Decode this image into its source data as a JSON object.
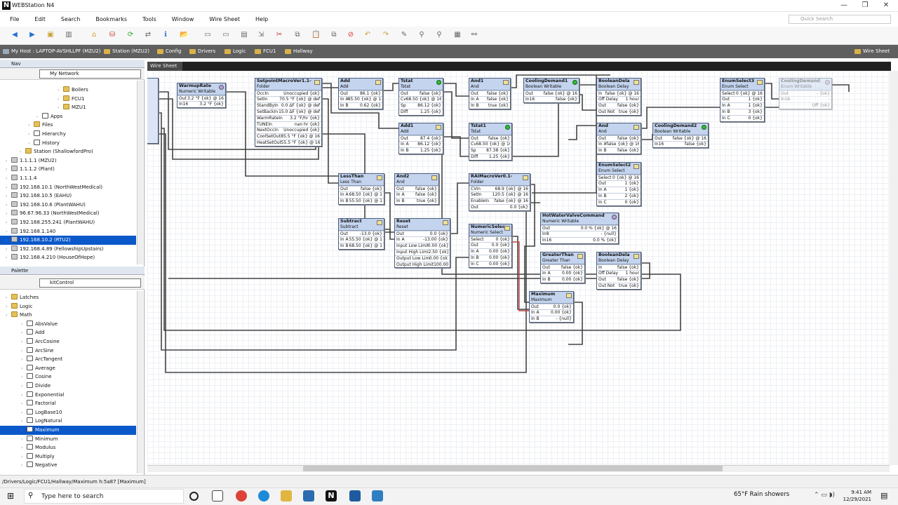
{
  "window": {
    "title": "WEBStation N4",
    "logo": "N"
  },
  "menu": [
    "File",
    "Edit",
    "Search",
    "Bookmarks",
    "Tools",
    "Window",
    "Wire Sheet",
    "Help"
  ],
  "quick_search_placeholder": "Quick Search",
  "breadcrumbs": [
    "My Host : LAPTOP-AVSHLLPF (MZU2)",
    "Station (MZU2)",
    "Config",
    "Drivers",
    "Logic",
    "FCU1",
    "Hallway"
  ],
  "view_selector": "Wire Sheet",
  "nav": {
    "title": "Nav",
    "network": "My Network",
    "tree": [
      {
        "label": "Boilers",
        "indent": 82,
        "icon": "folder"
      },
      {
        "label": "FCU1",
        "indent": 82,
        "icon": "folder"
      },
      {
        "label": "MZU1",
        "indent": 82,
        "icon": "folder"
      },
      {
        "label": "Apps",
        "indent": 52,
        "icon": "blk"
      },
      {
        "label": "Files",
        "indent": 40,
        "icon": "folder"
      },
      {
        "label": "Hierarchy",
        "indent": 40,
        "icon": "blk"
      },
      {
        "label": "History",
        "indent": 40,
        "icon": "blk"
      },
      {
        "label": "Station (ShallowfordPro)",
        "indent": 28,
        "icon": "folder"
      },
      {
        "label": "1.1.1.1 (MZU2)",
        "indent": 8,
        "icon": "pc"
      },
      {
        "label": "1.1.1.2 (Plant)",
        "indent": 8,
        "icon": "pc"
      },
      {
        "label": "1.1.1.4",
        "indent": 8,
        "icon": "pc"
      },
      {
        "label": "192.168.10.1 (NorthWestMedical)",
        "indent": 8,
        "icon": "pc"
      },
      {
        "label": "192.168.10.5 (EAHU)",
        "indent": 8,
        "icon": "pc"
      },
      {
        "label": "192.168.10.6 (PlantWAHU)",
        "indent": 8,
        "icon": "pc"
      },
      {
        "label": "96.67.96.33 (NorthWestMedical)",
        "indent": 8,
        "icon": "pc"
      },
      {
        "label": "192.168.255.241 (PlantWAHU)",
        "indent": 8,
        "icon": "pc"
      },
      {
        "label": "192.168.1.140",
        "indent": 8,
        "icon": "pc"
      },
      {
        "label": "192.168.10.2 (RTU2)",
        "indent": 8,
        "icon": "pc",
        "selected": true
      },
      {
        "label": "192.168.4.89 (FellowshipUpstairs)",
        "indent": 8,
        "icon": "pc"
      },
      {
        "label": "192.168.4.210 (HouseOfHope)",
        "indent": 8,
        "icon": "pc"
      }
    ]
  },
  "palette": {
    "title": "Palette",
    "module": "kitControl",
    "tree": [
      {
        "label": "Latches",
        "indent": 8,
        "icon": "folder"
      },
      {
        "label": "Logic",
        "indent": 8,
        "icon": "folder"
      },
      {
        "label": "Math",
        "indent": 8,
        "icon": "folder"
      },
      {
        "label": "AbsValue",
        "indent": 30,
        "icon": "blk"
      },
      {
        "label": "Add",
        "indent": 30,
        "icon": "blk"
      },
      {
        "label": "ArcCosine",
        "indent": 30,
        "icon": "blk"
      },
      {
        "label": "ArcSine",
        "indent": 30,
        "icon": "blk"
      },
      {
        "label": "ArcTangent",
        "indent": 30,
        "icon": "blk"
      },
      {
        "label": "Average",
        "indent": 30,
        "icon": "blk"
      },
      {
        "label": "Cosine",
        "indent": 30,
        "icon": "blk"
      },
      {
        "label": "Divide",
        "indent": 30,
        "icon": "blk"
      },
      {
        "label": "Exponential",
        "indent": 30,
        "icon": "blk"
      },
      {
        "label": "Factorial",
        "indent": 30,
        "icon": "blk"
      },
      {
        "label": "LogBase10",
        "indent": 30,
        "icon": "blk"
      },
      {
        "label": "LogNatural",
        "indent": 30,
        "icon": "blk"
      },
      {
        "label": "Maximum",
        "indent": 30,
        "icon": "blk",
        "selected": true
      },
      {
        "label": "Minimum",
        "indent": 30,
        "icon": "blk"
      },
      {
        "label": "Modulus",
        "indent": 30,
        "icon": "blk"
      },
      {
        "label": "Multiply",
        "indent": 30,
        "icon": "blk"
      },
      {
        "label": "Negative",
        "indent": 30,
        "icon": "blk"
      }
    ]
  },
  "canvas_tab": "Wire Sheet",
  "nodes": [
    {
      "name": "WarmupRate",
      "type": "Numeric Writable",
      "status": "purple",
      "rows": [
        [
          "Out",
          "3.2 °F {ok} @ 16"
        ],
        [
          "In16",
          "3.2 °F {ok}"
        ]
      ]
    },
    {
      "name": "SetpointMacroVer1.1-",
      "type": "Folder",
      "status": "folder",
      "rows": [
        [
          "OccIn",
          "Unoccupied {ok}"
        ],
        [
          "SetIn",
          "70.5 °F {ok} @ def"
        ],
        [
          "StandByIn",
          "0.0 ΔF {ok} @ def"
        ],
        [
          "SetBackIn",
          "15.0 ΔF {ok} @ def"
        ],
        [
          "WarmRateIn",
          "3.2 °F/hr {ok}"
        ],
        [
          "TUNEIn",
          "nan hr {ok}"
        ],
        [
          "NextOccIn",
          "Unoccupied {ok}"
        ],
        [
          "CoolSetOut",
          "85.5 °F {ok} @ 16"
        ],
        [
          "HeatSetOut",
          "55.5 °F {ok} @ 16"
        ]
      ]
    },
    {
      "name": "Add",
      "type": "Add",
      "status": "yellow",
      "rows": [
        [
          "Out",
          "86.1 {ok}"
        ],
        [
          "In A",
          "85.50 {ok} @ 16"
        ],
        [
          "In B",
          "0.62 {ok}"
        ]
      ]
    },
    {
      "name": "Tstat",
      "type": "Tstat",
      "status": "green",
      "rows": [
        [
          "Out",
          "false {ok}"
        ],
        [
          "Cv",
          "68.50 {ok} @ 16"
        ],
        [
          "Sp",
          "86.12 {ok}"
        ],
        [
          "Diff",
          "1.25 {ok}"
        ]
      ]
    },
    {
      "name": "Add1",
      "type": "Add",
      "status": "yellow",
      "rows": [
        [
          "Out",
          "87.4 {ok}"
        ],
        [
          "In A",
          "86.12 {ok}"
        ],
        [
          "In B",
          "1.25 {ok}"
        ]
      ]
    },
    {
      "name": "And1",
      "type": "And",
      "status": "yellow",
      "rows": [
        [
          "Out",
          "false {ok}"
        ],
        [
          "In A",
          "false {ok}"
        ],
        [
          "In B",
          "true {ok}"
        ]
      ]
    },
    {
      "name": "Tstat1",
      "type": "Tstat",
      "status": "green",
      "rows": [
        [
          "Out",
          "false {ok}"
        ],
        [
          "Cv",
          "68.50 {ok} @ 16"
        ],
        [
          "Sp",
          "87.38 {ok}"
        ],
        [
          "Diff",
          "1.25 {ok}"
        ]
      ]
    },
    {
      "name": "CoolingDemand1",
      "type": "Boolean Writable",
      "status": "green",
      "rows": [
        [
          "Out",
          "false {ok} @ 16"
        ],
        [
          "In16",
          "false {ok}"
        ]
      ]
    },
    {
      "name": "BooleanDela",
      "type": "Boolean Delay",
      "status": "yellow",
      "rows": [
        [
          "In",
          "false {ok} @ 16"
        ],
        [
          "Off Delay",
          "1 hour"
        ],
        [
          "Out",
          "false {ok}"
        ],
        [
          "Out Not",
          "true {ok}"
        ]
      ]
    },
    {
      "name": "And",
      "type": "And",
      "status": "yellow",
      "rows": [
        [
          "Out",
          "false {ok}"
        ],
        [
          "In A",
          "false {ok} @ 16"
        ],
        [
          "In B",
          "false {ok}"
        ]
      ]
    },
    {
      "name": "CoolingDemand2",
      "type": "Boolean Writable",
      "status": "green",
      "rows": [
        [
          "Out",
          "false {ok} @ 16"
        ],
        [
          "In16",
          "false {ok}"
        ]
      ]
    },
    {
      "name": "EnumSelect2",
      "type": "Enum Select",
      "status": "yellow",
      "rows": [
        [
          "Select",
          "0 {ok} @ 16"
        ],
        [
          "Out",
          "1 {ok}"
        ],
        [
          "In A",
          "1 {ok}"
        ],
        [
          "In B",
          "2 {ok}"
        ],
        [
          "In C",
          "0 {ok}"
        ]
      ]
    },
    {
      "name": "EnumSelect3",
      "type": "Enum Select",
      "status": "yellow",
      "rows": [
        [
          "Select",
          "0 {ok} @ 16"
        ],
        [
          "Out",
          "1 {ok}"
        ],
        [
          "In A",
          "1 {ok}"
        ],
        [
          "In B",
          "3 {ok}"
        ],
        [
          "In C",
          "0 {ok}"
        ]
      ]
    },
    {
      "name": "CoolingDemand",
      "type": "Enum Writable",
      "status": "purple",
      "rows": [
        [
          "Out",
          "- {ok}"
        ],
        [
          "In16",
          "-"
        ],
        [
          "",
          "Off {ok}"
        ]
      ]
    },
    {
      "name": "LessThan",
      "type": "Less Than",
      "status": "yellow",
      "rows": [
        [
          "Out",
          "false {ok}"
        ],
        [
          "In A",
          "68.50 {ok} @ 1"
        ],
        [
          "In B",
          "55.50 {ok} @ 1"
        ]
      ]
    },
    {
      "name": "And2",
      "type": "And",
      "status": "yellow",
      "rows": [
        [
          "Out",
          "false {ok}"
        ],
        [
          "In A",
          "false {ok}"
        ],
        [
          "In B",
          "true {ok}"
        ]
      ]
    },
    {
      "name": "RAIMacroVer0.1-",
      "type": "Folder",
      "status": "folder",
      "rows": [
        [
          "CVIn",
          "68.9 {ok} @ 16"
        ],
        [
          "SetIn",
          "120.5 {ok} @ 16"
        ],
        [
          "EnableIn",
          "false {ok} @ 16"
        ],
        [
          "Out",
          "0.0 {ok}"
        ]
      ]
    },
    {
      "name": "Subtract",
      "type": "Subtract",
      "status": "yellow",
      "rows": [
        [
          "Out",
          "-13.0 {ok}"
        ],
        [
          "In A",
          "55.50 {ok} @ 1"
        ],
        [
          "In B",
          "68.50 {ok} @ 1"
        ]
      ]
    },
    {
      "name": "Reset",
      "type": "Reset",
      "status": "yellow",
      "rows": [
        [
          "Out",
          "0.0 {ok}"
        ],
        [
          "In A",
          "-13.00 {ok}"
        ],
        [
          "Input Low Limit",
          "0.00 {ok}"
        ],
        [
          "Input High Limit",
          "2.50 {ok}"
        ],
        [
          "Output Low Limit",
          "0.00 {ok}"
        ],
        [
          "Output High Limit",
          "100.00"
        ]
      ]
    },
    {
      "name": "NumericSelec",
      "type": "Numeric Select",
      "status": "yellow",
      "rows": [
        [
          "Select",
          "0 {ok}"
        ],
        [
          "Out",
          "0.0 {ok}"
        ],
        [
          "In A",
          "0.00 {ok}"
        ],
        [
          "In B",
          "0.00 {ok}"
        ],
        [
          "In C",
          "0.00 {ok}"
        ]
      ]
    },
    {
      "name": "HotWaterValveCommand",
      "type": "Numeric Writable",
      "status": "purple",
      "rows": [
        [
          "Out",
          "0.0 % {ok} @ 16"
        ],
        [
          "In8",
          "- {null}"
        ],
        [
          "In16",
          "0.0 % {ok}"
        ]
      ]
    },
    {
      "name": "GreaterThan",
      "type": "Greater Than",
      "status": "yellow",
      "rows": [
        [
          "Out",
          "false {ok}"
        ],
        [
          "In A",
          "0.00 {ok}"
        ],
        [
          "In B",
          "0.00 {ok}"
        ]
      ]
    },
    {
      "name": "BooleanDela",
      "type": "Boolean Delay",
      "status": "yellow",
      "rows": [
        [
          "In",
          "false {ok}"
        ],
        [
          "Off Delay",
          "1 hour"
        ],
        [
          "Out",
          "false {ok}"
        ],
        [
          "Out Not",
          "true {ok}"
        ]
      ]
    },
    {
      "name": "Maximum",
      "type": "Maximum",
      "status": "yellow",
      "rows": [
        [
          "Out",
          "0.0 {ok}"
        ],
        [
          "In A",
          "0.00 {ok}"
        ],
        [
          "In B",
          "- {null}"
        ]
      ]
    }
  ],
  "status_path": "/Drivers/Logic/FCU1/Hallway/Maximum h:5a87 [Maximum]",
  "taskbar": {
    "search_placeholder": "Type here to search",
    "weather": "65°F  Rain showers",
    "time": "9:41 AM",
    "date": "12/29/2021"
  }
}
